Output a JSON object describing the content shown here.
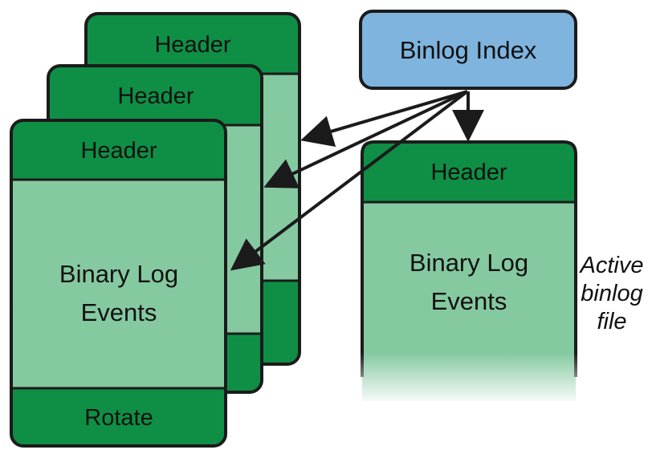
{
  "binlog_index": {
    "label": "Binlog Index"
  },
  "stacked_files": {
    "back": {
      "header": "Header"
    },
    "middle": {
      "header": "Header"
    },
    "front": {
      "header": "Header",
      "body_line1": "Binary Log",
      "body_line2": "Events",
      "footer": "Rotate"
    }
  },
  "active_file": {
    "header": "Header",
    "body_line1": "Binary Log",
    "body_line2": "Events",
    "caption_line1": "Active",
    "caption_line2": "binlog",
    "caption_line3": "file"
  },
  "colors": {
    "dark_green": "#0f8f45",
    "light_green": "#85c9a0",
    "index_blue": "#7eb4de",
    "outline": "#1b1b1b"
  }
}
